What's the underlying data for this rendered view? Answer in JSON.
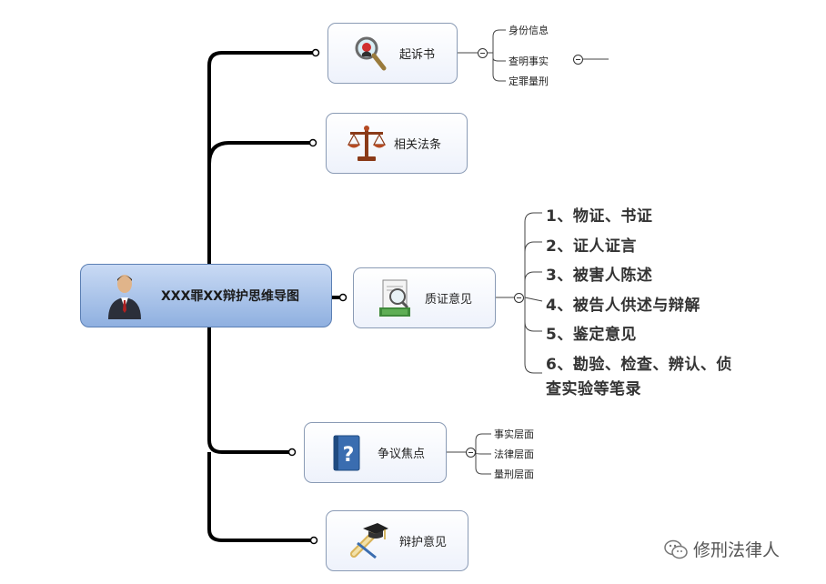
{
  "central": {
    "label": "XXX罪XX辩护思维导图",
    "icon": "lawyer-avatar-icon"
  },
  "branches": [
    {
      "label": "起诉书",
      "icon": "magnifier-search-icon",
      "children": [
        "身份信息",
        "查明事实",
        "定罪量刑"
      ]
    },
    {
      "label": "相关法条",
      "icon": "justice-scale-icon",
      "children": []
    },
    {
      "label": "质证意见",
      "icon": "evidence-document-icon",
      "children": [
        "1、物证、书证",
        "2、证人证言",
        "3、被害人陈述",
        "4、被告人供述与辩解",
        "5、鉴定意见",
        "6、勘验、检查、辨认、侦",
        "查实验等笔录"
      ]
    },
    {
      "label": "争议焦点",
      "icon": "question-book-icon",
      "children": [
        "事实层面",
        "法律层面",
        "量刑层面"
      ]
    },
    {
      "label": "辩护意见",
      "icon": "graduation-cap-diploma-icon",
      "children": []
    }
  ],
  "watermark": {
    "text": "修刑法律人",
    "icon": "wechat-icon"
  }
}
